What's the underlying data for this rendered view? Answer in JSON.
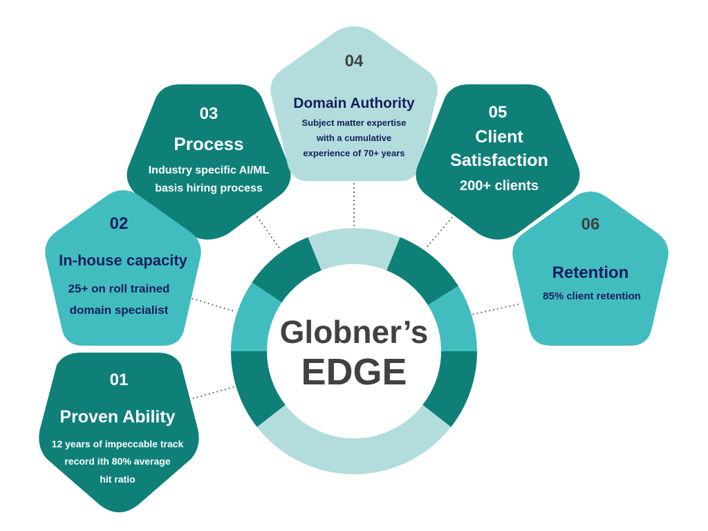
{
  "center": {
    "line1": "Globner’s",
    "line2": "EDGE"
  },
  "colors": {
    "dark": "#0E8078",
    "mid": "#42BDBF",
    "light": "#B3DDDD",
    "text_dark": "#141E5C",
    "text_gray": "#414141",
    "white": "#ffffff"
  },
  "items": [
    {
      "num": "01",
      "title": "Proven Ability",
      "lines": [
        "12 years of impeccable track",
        "record ith 80% average",
        "hit ratio"
      ]
    },
    {
      "num": "02",
      "title": "In-house capacity",
      "lines": [
        "25+ on roll trained",
        "domain specialist"
      ]
    },
    {
      "num": "03",
      "title": "Process",
      "lines": [
        "Industry specific AI/ML",
        "basis hiring process"
      ]
    },
    {
      "num": "04",
      "title": "Domain Authority",
      "lines": [
        "Subject matter expertise",
        "with a cumulative",
        "experience of 70+ years"
      ]
    },
    {
      "num": "05",
      "title_lines": [
        "Client",
        "Satisfaction"
      ],
      "lines": [
        "200+ clients"
      ]
    },
    {
      "num": "06",
      "title": "Retention",
      "lines": [
        "85% client retention"
      ]
    }
  ]
}
